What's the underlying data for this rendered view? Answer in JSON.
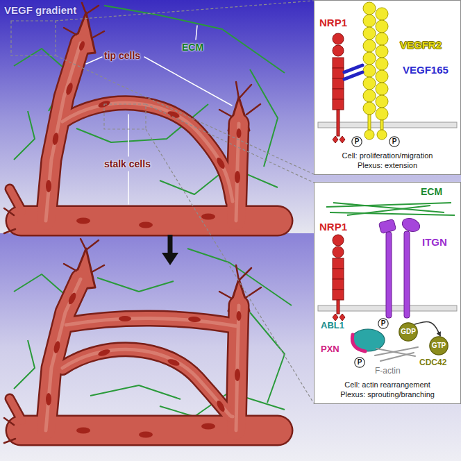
{
  "diagram": {
    "nodes": [
      {
        "text": [
          "Cell: proliferation/migration",
          "Plexus: extension"
        ]
      },
      {
        "text": [
          "P"
        ],
        "in": 0
      },
      {
        "text": [
          "P"
        ],
        "in": 0
      },
      {
        "text": [
          "Cell: actin rearrangement",
          "Plexus: sprouting/branching"
        ]
      },
      {
        "text": [
          "P"
        ],
        "in": 3
      },
      {
        "text": [
          "P"
        ],
        "in": 3
      },
      {
        "text": [
          "GDP"
        ],
        "in": 3
      },
      {
        "text": [
          "GTP"
        ],
        "in": 3
      }
    ],
    "edges": [
      {
        "from": 6,
        "to": 7,
        "arrow": "to"
      }
    ],
    "labels": [
      "VEGF gradient",
      "tip cells",
      "ECM",
      "stalk cells",
      "NRP1",
      "VEGFR2",
      "VEGF165",
      "ECM",
      "NRP1",
      "ITGN",
      "ABL1",
      "PXN",
      "F-actin",
      "CDC42"
    ]
  }
}
